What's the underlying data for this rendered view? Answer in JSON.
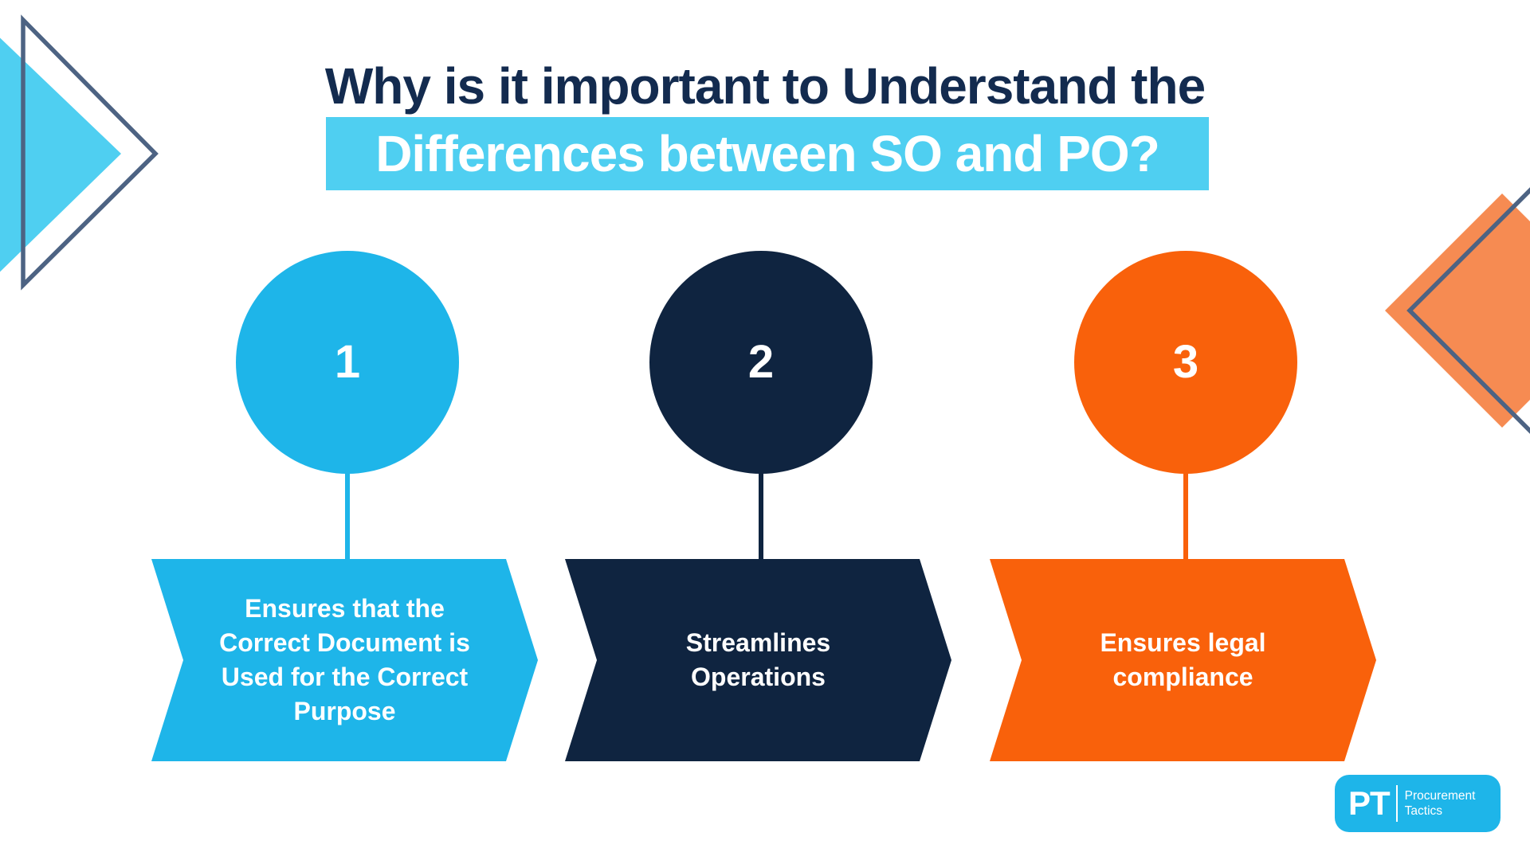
{
  "title": {
    "line1": "Why is it important to Understand the",
    "line2": "Differences between SO and PO?"
  },
  "steps": [
    {
      "number": "1",
      "lines": [
        "Ensures that the",
        "Correct Document is",
        "Used for the Correct",
        "Purpose"
      ]
    },
    {
      "number": "2",
      "lines": [
        "Streamlines",
        "Operations"
      ]
    },
    {
      "number": "3",
      "lines": [
        "Ensures legal",
        "compliance"
      ]
    }
  ],
  "logo": {
    "monogram": "PT",
    "brand_line1": "Procurement",
    "brand_line2": "Tactics"
  },
  "colors": {
    "primary_blue": "#1EB5E9",
    "light_blue": "#4FCFF1",
    "navy": "#0F2440",
    "title_navy": "#132B4F",
    "orange": "#F9610B",
    "light_orange": "#F68B52",
    "outline_slate": "#4D6383"
  }
}
